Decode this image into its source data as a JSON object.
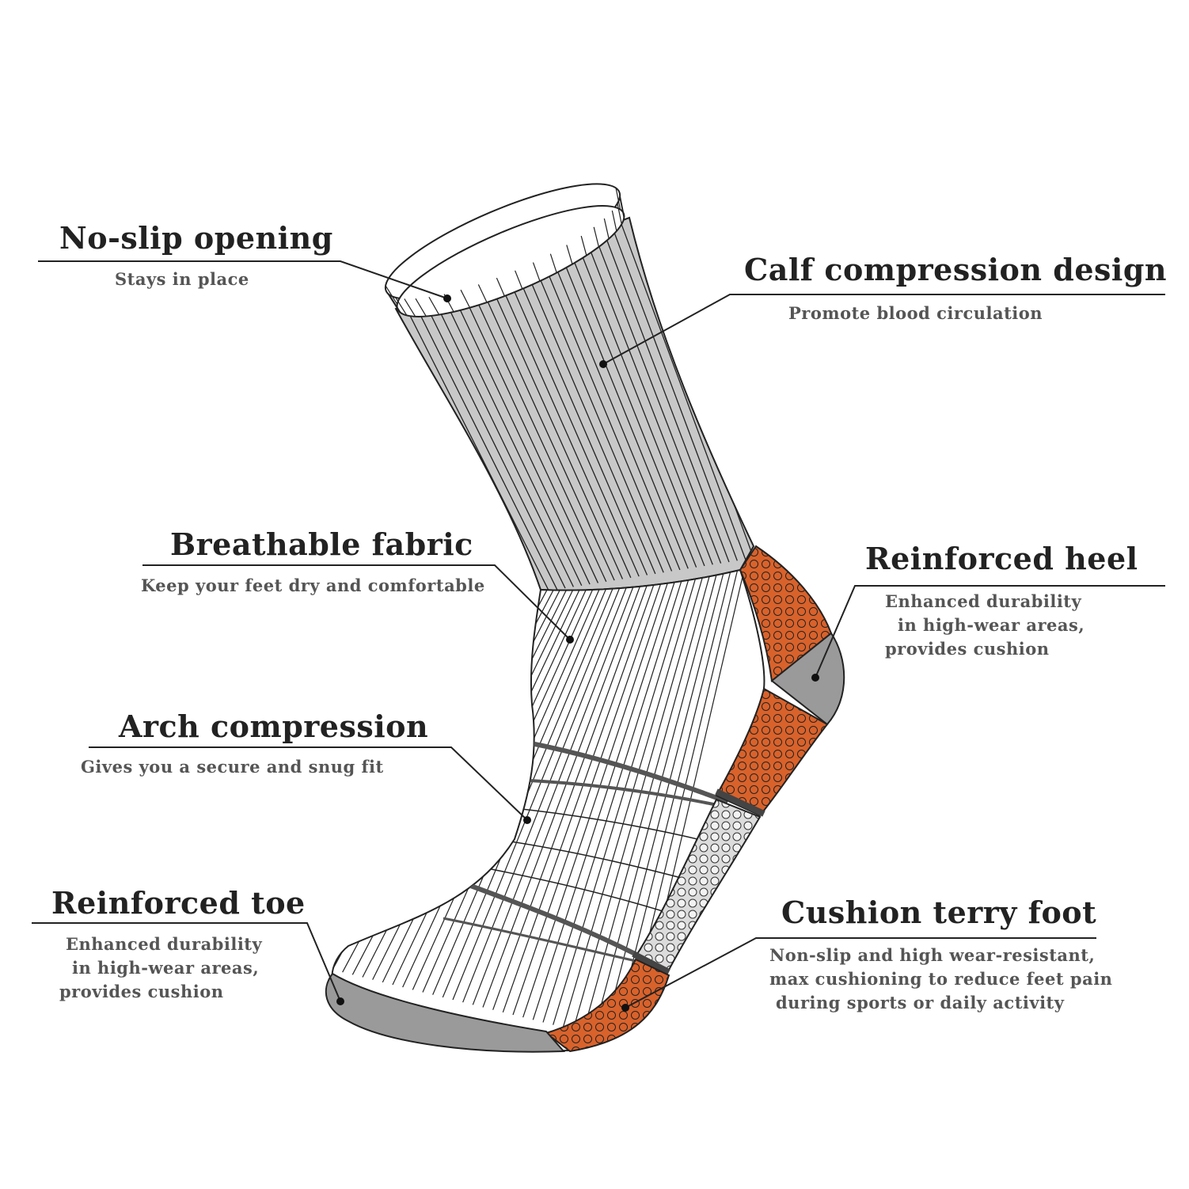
{
  "colors": {
    "background": "#ffffff",
    "outline": "#222222",
    "calf_gray": "#c8c8c8",
    "pad_gray": "#9a9a9a",
    "band_gray": "#555555",
    "orange": "#d9622b",
    "title_text": "#222222",
    "desc_text": "#555555"
  },
  "callouts": {
    "no_slip_opening": {
      "title": "No-slip opening",
      "lines": [
        "Stays in place"
      ]
    },
    "calf_compression": {
      "title": "Calf compression design",
      "lines": [
        "Promote blood circulation"
      ]
    },
    "breathable_fabric": {
      "title": "Breathable fabric",
      "lines": [
        "Keep your feet dry and comfortable"
      ]
    },
    "reinforced_heel": {
      "title": "Reinforced  heel",
      "lines": [
        "Enhanced  durability",
        "in  high-wear  areas,",
        "provides cushion"
      ]
    },
    "arch_compression": {
      "title": "Arch  compression",
      "lines": [
        "Gives  you  a  secure  and  snug  fit"
      ]
    },
    "reinforced_toe": {
      "title": "Reinforced toe",
      "lines": [
        "Enhanced  durability",
        "in  high-wear  areas,",
        "provides cushion"
      ]
    },
    "cushion_terry_foot": {
      "title": "Cushion terry foot",
      "lines": [
        "Non-slip and high wear-resistant,",
        "max cushioning to reduce feet pain",
        "during sports or daily activity"
      ]
    }
  }
}
